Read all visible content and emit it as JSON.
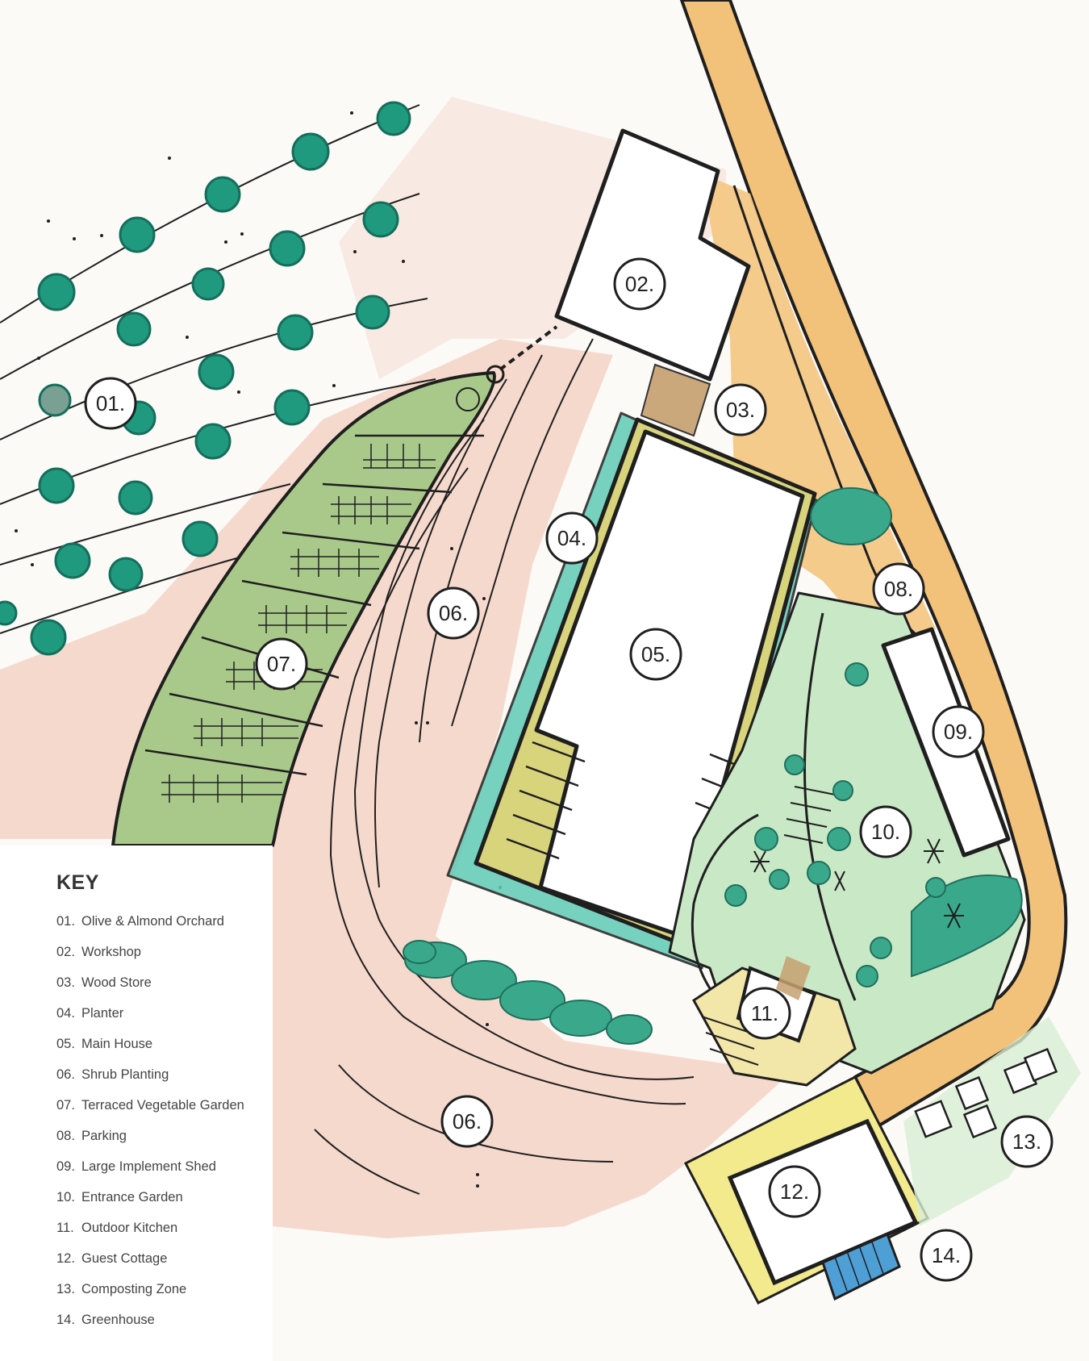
{
  "colors": {
    "paper": "#fbfaf7",
    "ink": "#1f1f1f",
    "road": "#f2c27a",
    "shrub_pink": "#f2c4b6",
    "vegetable_green": "#a9c98a",
    "orchard_tree": "#1f9a7f",
    "planter_teal": "#5fcab6",
    "terrace_yellow": "#d8d47c",
    "garden_green": "#c9e8c6",
    "greenhouse_blue": "#4e9fd6",
    "wood_store": "#c6a06e"
  },
  "map": {
    "markers": [
      {
        "id": "01",
        "label": "01."
      },
      {
        "id": "02",
        "label": "02."
      },
      {
        "id": "03",
        "label": "03."
      },
      {
        "id": "04",
        "label": "04."
      },
      {
        "id": "05",
        "label": "05."
      },
      {
        "id": "06a",
        "label": "06."
      },
      {
        "id": "07",
        "label": "07."
      },
      {
        "id": "08",
        "label": "08."
      },
      {
        "id": "09",
        "label": "09."
      },
      {
        "id": "10",
        "label": "10."
      },
      {
        "id": "11",
        "label": "11."
      },
      {
        "id": "06b",
        "label": "06."
      },
      {
        "id": "12",
        "label": "12."
      },
      {
        "id": "13",
        "label": "13."
      },
      {
        "id": "14",
        "label": "14."
      }
    ]
  },
  "key": {
    "title": "KEY",
    "items": [
      {
        "number": "01.",
        "label": "Olive & Almond Orchard"
      },
      {
        "number": "02.",
        "label": "Workshop"
      },
      {
        "number": "03.",
        "label": "Wood Store"
      },
      {
        "number": "04.",
        "label": "Planter"
      },
      {
        "number": "05.",
        "label": "Main House"
      },
      {
        "number": "06.",
        "label": "Shrub Planting"
      },
      {
        "number": "07.",
        "label": "Terraced Vegetable Garden"
      },
      {
        "number": "08.",
        "label": "Parking"
      },
      {
        "number": "09.",
        "label": "Large Implement Shed"
      },
      {
        "number": "10.",
        "label": "Entrance Garden"
      },
      {
        "number": "11.",
        "label": "Outdoor Kitchen"
      },
      {
        "number": "12.",
        "label": "Guest Cottage"
      },
      {
        "number": "13.",
        "label": "Composting Zone"
      },
      {
        "number": "14.",
        "label": "Greenhouse"
      }
    ]
  }
}
